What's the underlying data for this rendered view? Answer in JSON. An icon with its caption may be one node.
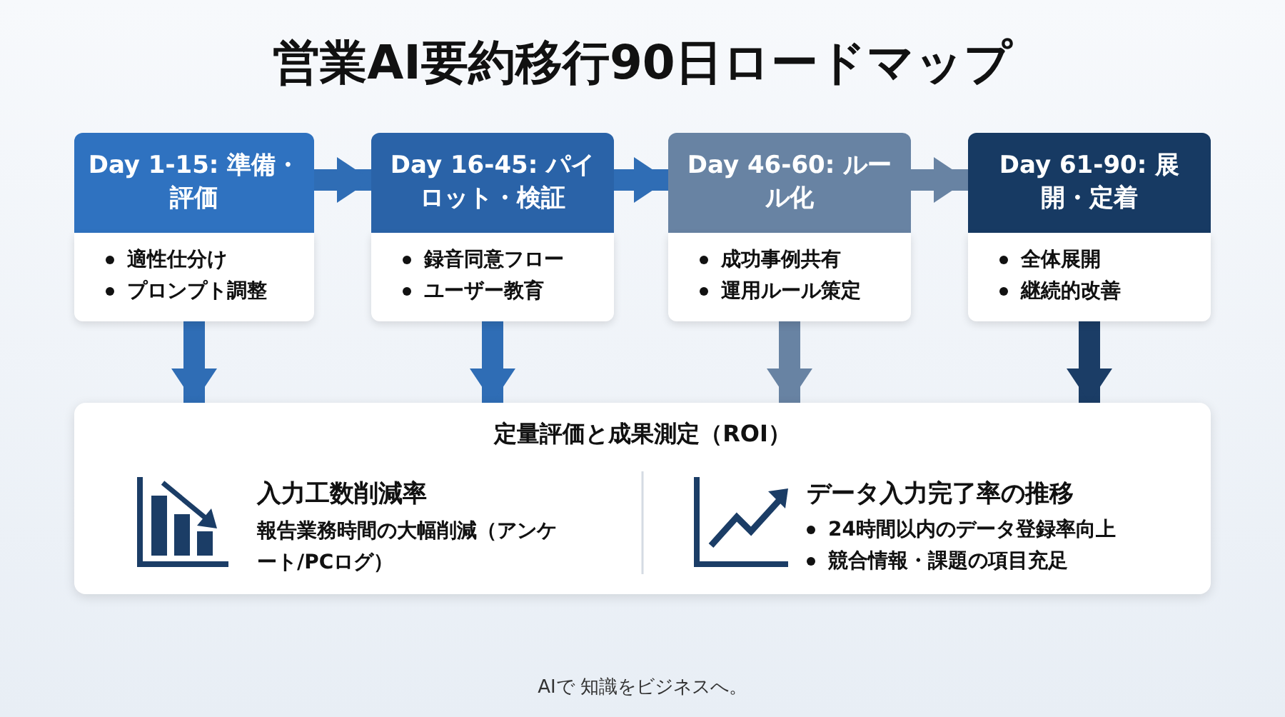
{
  "diagram": {
    "title": "営業AI要約移行90日ロードマップ",
    "nodes": [
      {
        "text": [
          "Day 1-15: 準備・評価",
          "適性仕分け",
          "プロンプト調整"
        ]
      },
      {
        "text": [
          "Day 16-45: パイロット・検証",
          "録音同意フロー",
          "ユーザー教育"
        ]
      },
      {
        "text": [
          "Day 46-60: ルール化",
          "成功事例共有",
          "運用ルール策定"
        ]
      },
      {
        "text": [
          "Day 61-90: 展開・定着",
          "全体展開",
          "継続的改善"
        ]
      },
      {
        "text": [
          "定量評価と成果測定（ROI）",
          "入力工数削減率",
          "報告業務時間の大幅削減（アンケート/PCログ）",
          "データ入力完了率の推移",
          "24時間以内のデータ登録率向上",
          "競合情報・課題の項目充足"
        ]
      }
    ],
    "edges": [
      {
        "from": 0,
        "to": 1,
        "arrow": "to"
      },
      {
        "from": 1,
        "to": 2,
        "arrow": "to"
      },
      {
        "from": 2,
        "to": 3,
        "arrow": "to",
        "color": "#6883a3"
      },
      {
        "from": 0,
        "to": 4,
        "arrow": "to"
      },
      {
        "from": 1,
        "to": 4,
        "arrow": "to"
      },
      {
        "from": 2,
        "to": 4,
        "arrow": "to",
        "color": "#6883a3"
      },
      {
        "from": 3,
        "to": 4,
        "arrow": "to",
        "color": "#1b3d66"
      }
    ],
    "labels": [
      "AIで 知識をビジネスへ。"
    ]
  }
}
